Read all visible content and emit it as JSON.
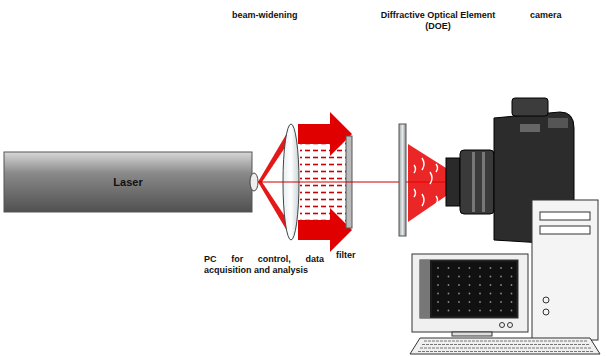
{
  "diagram": {
    "nodes": [
      {
        "text": [
          "Laser"
        ]
      }
    ],
    "labels": [
      "beam-widening",
      "Diffractive Optical Element (DOE)",
      "camera",
      "filter",
      "PC for control, data acquisition and analysis"
    ]
  }
}
